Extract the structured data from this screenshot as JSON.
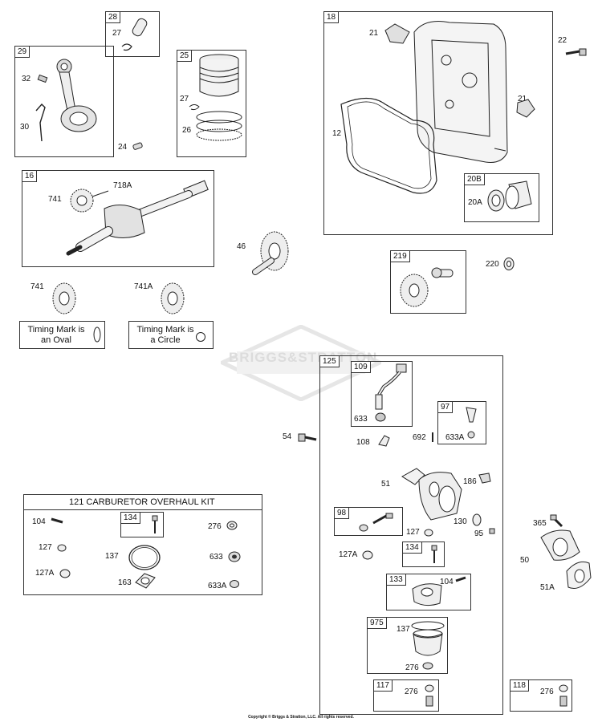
{
  "watermark": "BRIGGS&STRATTON",
  "copyright": "Copyright © Briggs & Stratton, LLC. All rights reserved.",
  "tags": {
    "t16": "16",
    "t18": "18",
    "t20b": "20B",
    "t25": "25",
    "t28": "28",
    "t29": "29",
    "t97": "97",
    "t98": "98",
    "t109": "109",
    "t117": "117",
    "t118": "118",
    "t125": "125",
    "t133": "133",
    "t134a": "134",
    "t134b": "134",
    "t219": "219",
    "t975": "975"
  },
  "labels": {
    "l12": "12",
    "l20a": "20A",
    "l21a": "21",
    "l21b": "21",
    "l22": "22",
    "l24": "24",
    "l26": "26",
    "l27a": "27",
    "l27b": "27",
    "l30": "30",
    "l32": "32",
    "l46": "46",
    "l50": "50",
    "l51": "51",
    "l51a": "51A",
    "l54": "54",
    "l95": "95",
    "l104a": "104",
    "l104b": "104",
    "l108": "108",
    "l127a": "127",
    "l127b": "127",
    "l127Aa": "127A",
    "l127Ab": "127A",
    "l130": "130",
    "l137a": "137",
    "l137b": "137",
    "l163": "163",
    "l186": "186",
    "l220": "220",
    "l276a": "276",
    "l276b": "276",
    "l276c": "276",
    "l276d": "276",
    "l365": "365",
    "l633a": "633",
    "l633b": "633",
    "l633Aa": "633A",
    "l633Ab": "633A",
    "l692": "692",
    "l718a": "718A",
    "l741a": "741",
    "l741b": "741",
    "l741c": "741A"
  },
  "notes": {
    "oval": "Timing Mark is an Oval",
    "circle": "Timing Mark is a Circle"
  },
  "kit": {
    "title": "121 CARBURETOR OVERHAUL KIT"
  }
}
